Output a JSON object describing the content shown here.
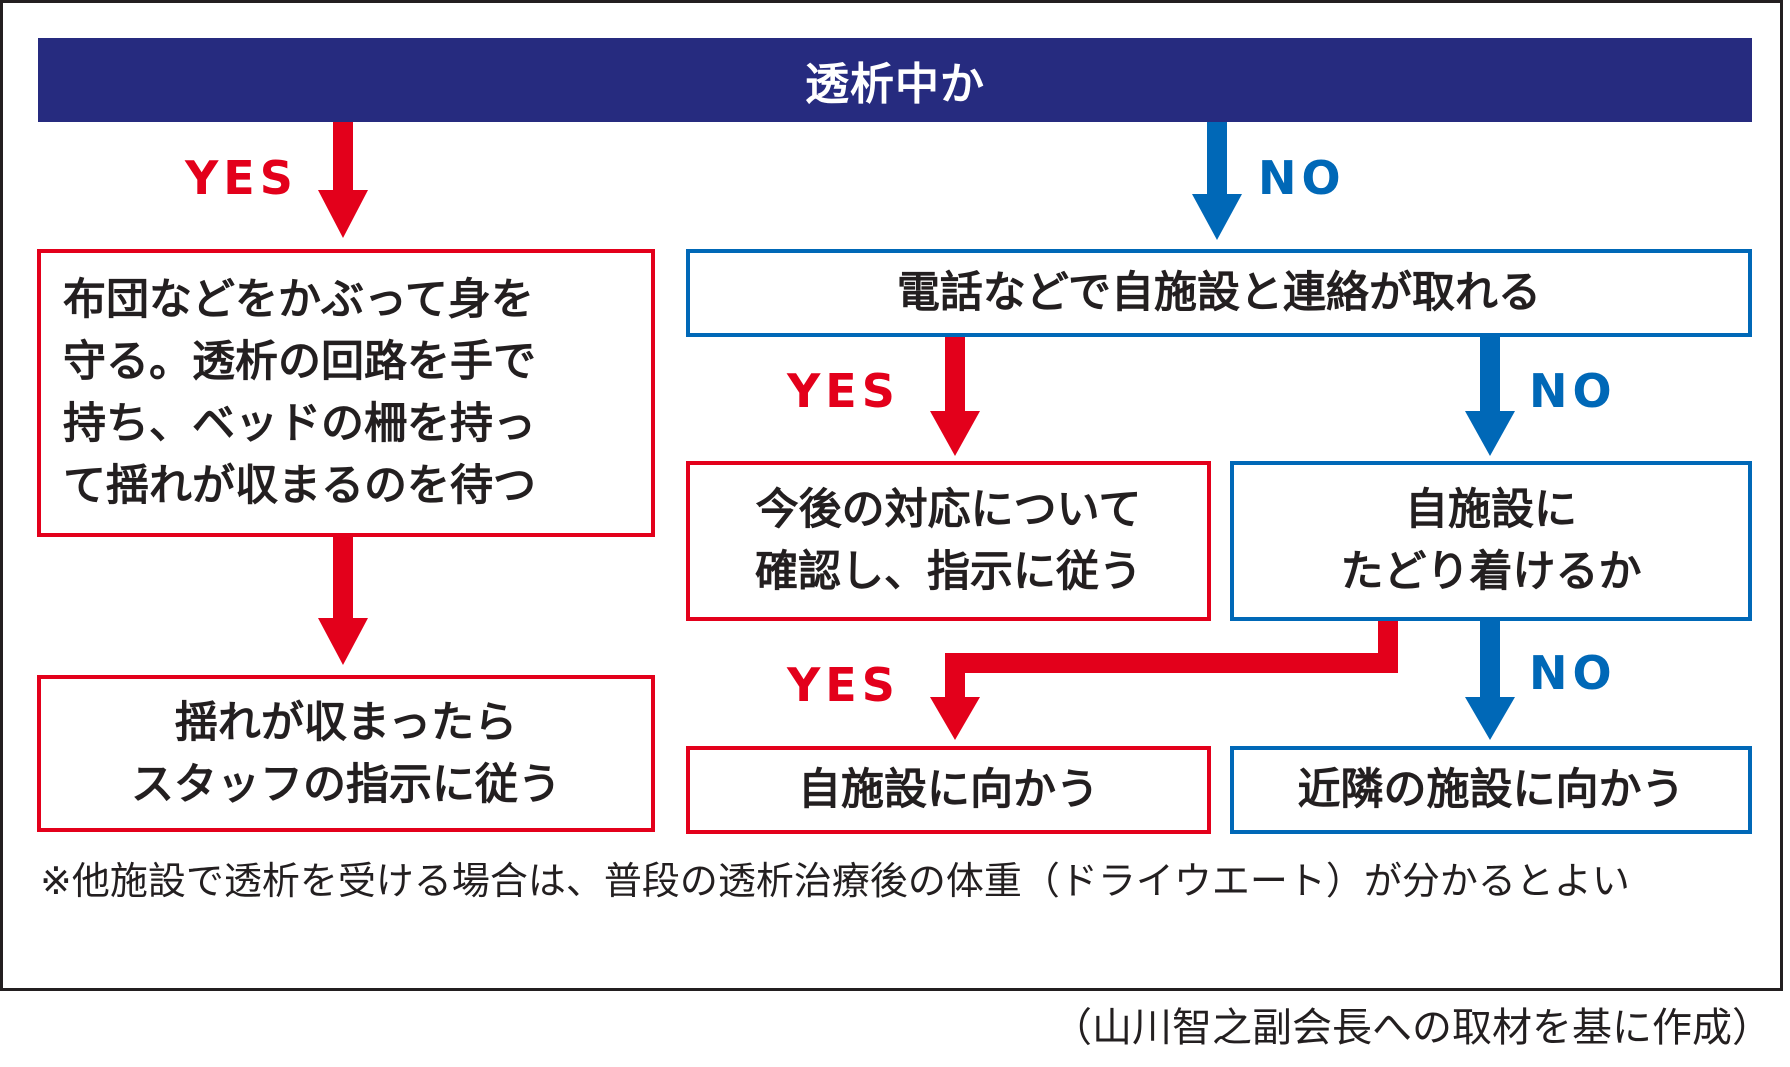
{
  "header": {
    "title": "透析中か"
  },
  "labels": {
    "yes": "YES",
    "no": "NO"
  },
  "boxes": {
    "protect": "布団などをかぶって身を\n守る。透析の回路を手で\n持ち、ベッドの柵を持っ\nて揺れが収まるのを待つ",
    "after_shake": "揺れが収まったら\nスタッフの指示に従う",
    "contact": "電話などで自施設と連絡が取れる",
    "confirm": "今後の対応について\n確認し、指示に従う",
    "reach": "自施設に\nたどり着けるか",
    "go_own": "自施設に向かう",
    "go_nearby": "近隣の施設に向かう"
  },
  "footnote": "※他施設で透析を受ける場合は、普段の透析治療後の体重（ドライウエート）が分かるとよい",
  "credit": "（山川智之副会長への取材を基に作成）",
  "colors": {
    "header": "#262b7f",
    "yes": "#e3001b",
    "no": "#0068b7",
    "text": "#231f20"
  }
}
